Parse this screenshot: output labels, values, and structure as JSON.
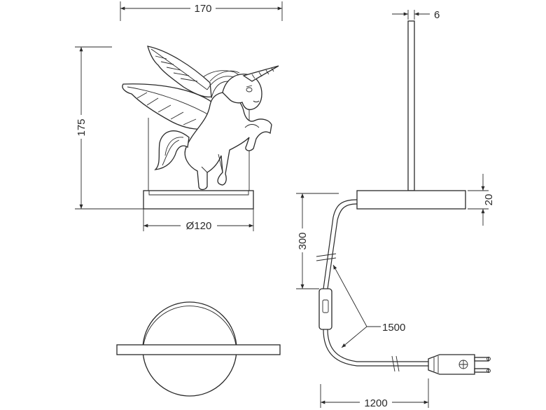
{
  "dimensions": {
    "width_top": "170",
    "height_front": "175",
    "base_diameter": "Ø120",
    "pole_width": "6",
    "base_height": "20",
    "cable_to_switch": "300",
    "cable_total": "1500",
    "cable_switch_to_plug": "1200"
  },
  "colors": {
    "line": "#2a2a2a",
    "background": "#ffffff"
  }
}
